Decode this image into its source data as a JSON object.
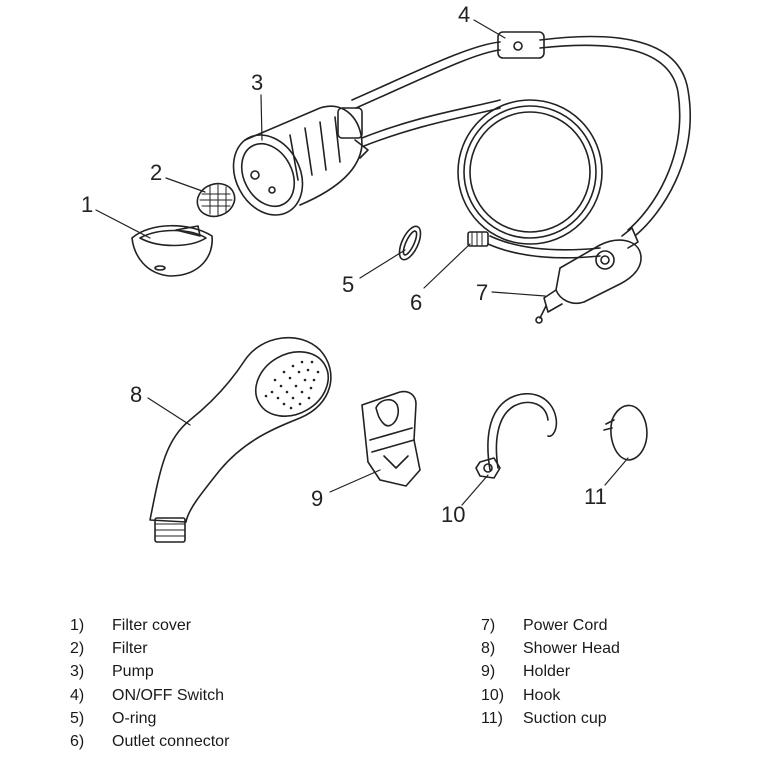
{
  "callouts": [
    "1",
    "2",
    "3",
    "4",
    "5",
    "6",
    "7",
    "8",
    "9",
    "10",
    "11"
  ],
  "legend": {
    "left": [
      {
        "num": "1)",
        "label": "Filter cover"
      },
      {
        "num": "2)",
        "label": "Filter"
      },
      {
        "num": "3)",
        "label": "Pump"
      },
      {
        "num": "4)",
        "label": "ON/OFF Switch"
      },
      {
        "num": "5)",
        "label": "O-ring"
      },
      {
        "num": "6)",
        "label": "Outlet connector"
      }
    ],
    "right": [
      {
        "num": "7)",
        "label": "Power Cord"
      },
      {
        "num": "8)",
        "label": "Shower Head"
      },
      {
        "num": "9)",
        "label": "Holder"
      },
      {
        "num": "10)",
        "label": "Hook"
      },
      {
        "num": "11)",
        "label": "Suction cup"
      }
    ]
  }
}
